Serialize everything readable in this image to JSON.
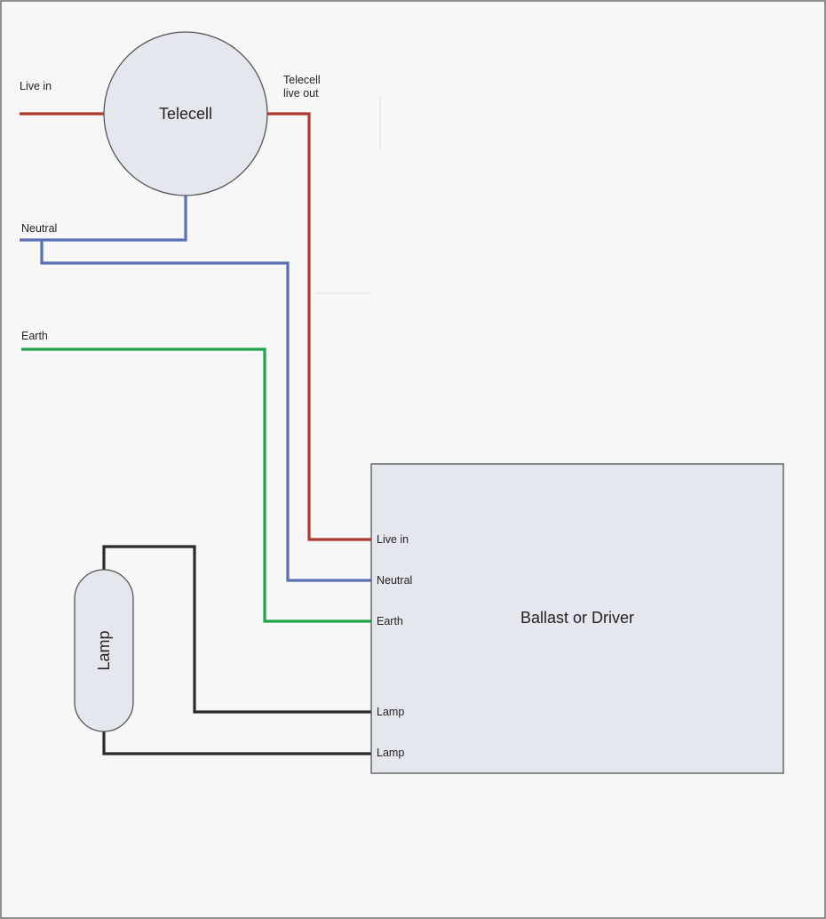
{
  "colors": {
    "background": "#f7f7f7",
    "frame": "#6a6a6a",
    "component_fill": "#e4e8ee",
    "component_stroke": "#555555",
    "live": "#b03a2e",
    "neutral": "#5b6fb5",
    "earth": "#1fa24a",
    "lamp_wire": "#2b2b2b"
  },
  "supply_labels": {
    "live_in": "Live in",
    "neutral": "Neutral",
    "earth": "Earth"
  },
  "telecell": {
    "name": "Telecell",
    "output_label_line1": "Telecell",
    "output_label_line2": "live out"
  },
  "ballast": {
    "name": "Ballast or Driver",
    "terminals": [
      "Live in",
      "Neutral",
      "Earth",
      "Lamp",
      "Lamp"
    ]
  },
  "lamp": {
    "name": "Lamp"
  }
}
